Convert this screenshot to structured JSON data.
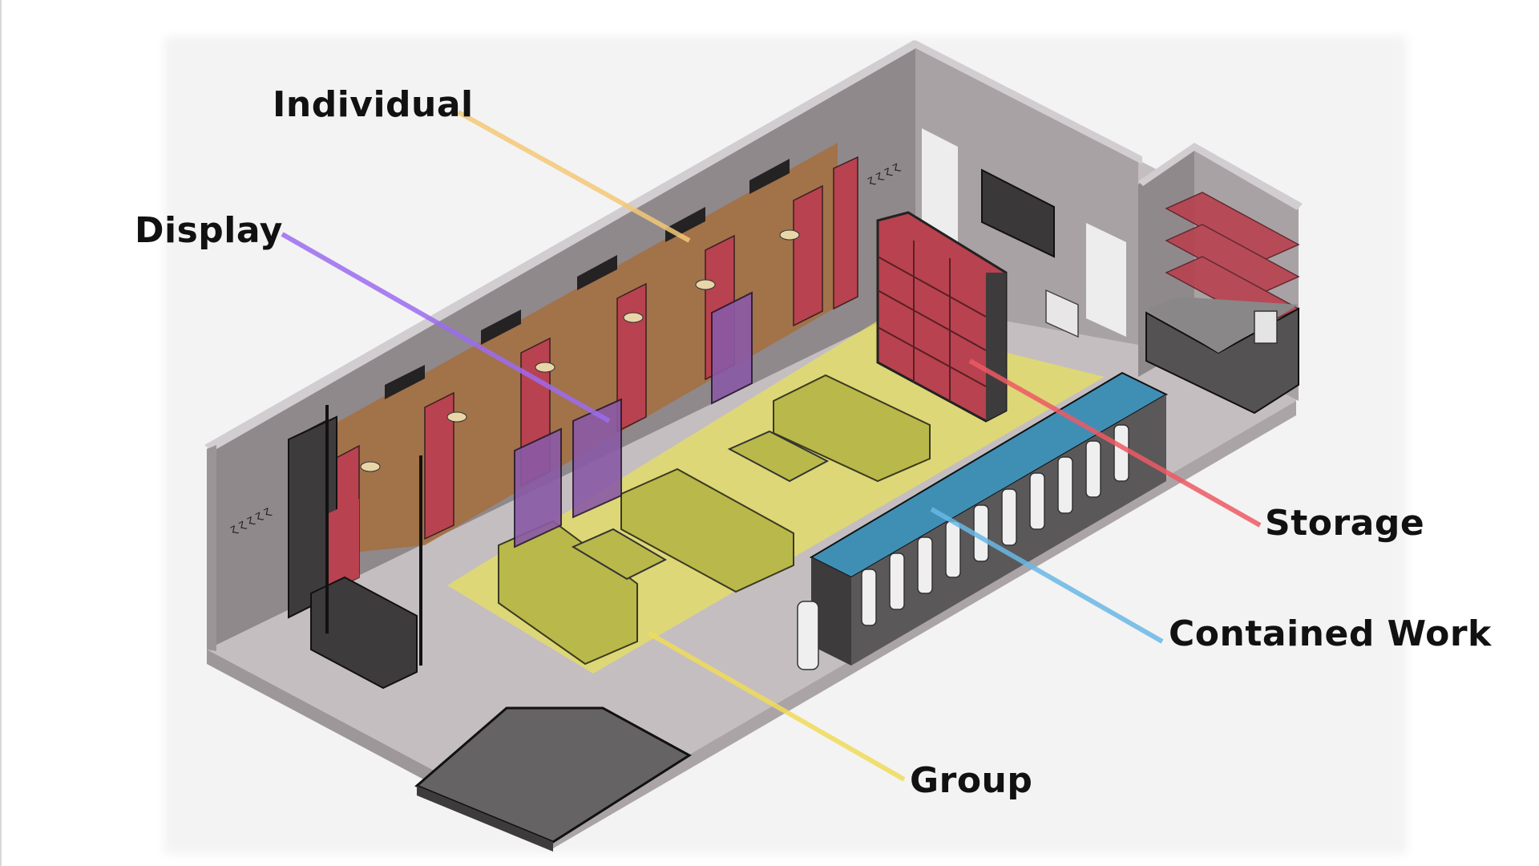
{
  "zones": [
    {
      "id": "individual",
      "label": "Individual",
      "color": "#f4c978"
    },
    {
      "id": "display",
      "label": "Display",
      "color": "#9b6cf0"
    },
    {
      "id": "storage",
      "label": "Storage",
      "color": "#ee5a64"
    },
    {
      "id": "contained",
      "label": "Contained Work",
      "color": "#6ab8e6"
    },
    {
      "id": "group",
      "label": "Group",
      "color": "#f0dc5a"
    }
  ],
  "palette": {
    "wall_top": "#c9c4c7",
    "wall_side": "#8e888b",
    "floor": "#c2bcbe",
    "booth_fill": "#a16b3c",
    "shelf_red": "#b8424f",
    "table_blue": "#3f8fb5",
    "group_yellow": "#e6e05c",
    "display_purple": "#8a5aa6",
    "dark_furniture": "#3e3b3c"
  }
}
